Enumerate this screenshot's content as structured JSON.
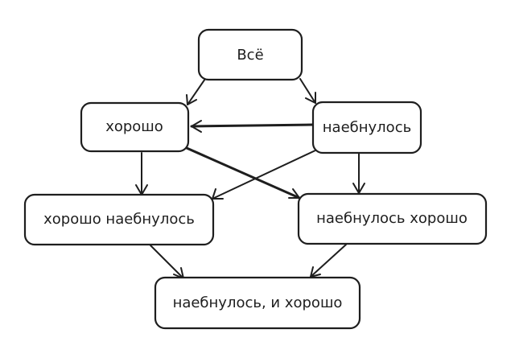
{
  "diagram": {
    "nodes": {
      "all": "Всё",
      "good": "хорошо",
      "broke": "наебнулось",
      "good_broke": "хорошо наебнулось",
      "broke_good": "наебнулось хорошо",
      "broke_and_good": "наебнулось, и хорошо"
    },
    "colors": {
      "stroke": "#1e1e1e",
      "fill": "#ffffff"
    }
  }
}
